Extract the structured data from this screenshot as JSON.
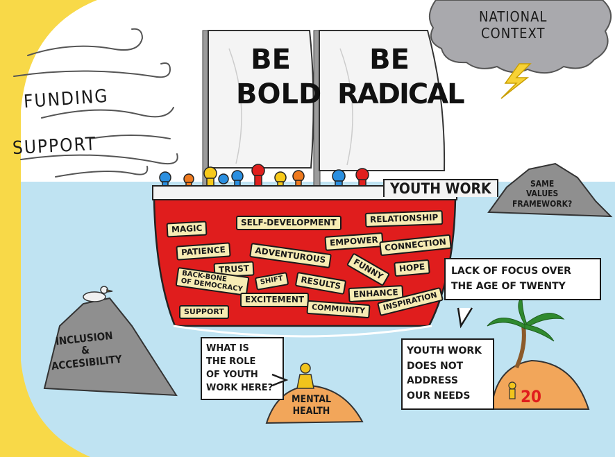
{
  "weather": {
    "cloud_text": [
      "NATIONAL",
      "CONTEXT"
    ],
    "wind_text": [
      "FUNDING",
      "SUPPORT"
    ]
  },
  "boat": {
    "sail_left": [
      "BE",
      "BOLD"
    ],
    "sail_right": [
      "BE",
      "RADICAL"
    ],
    "name": "YOUTH WORK",
    "words": [
      "MAGIC",
      "SELF-DEVELOPMENT",
      "RELATIONSHIP",
      "PATIENCE",
      "ADVENTUROUS",
      "EMPOWER",
      "CONNECTION",
      "TRUST",
      "FUNNY",
      "HOPE",
      "BACK-BONE",
      "OF DEMOCRACY",
      "SHIFT",
      "RESULTS",
      "ENHANCE",
      "EXCITEMENT",
      "COMMUNITY",
      "INSPIRATION",
      "SUPPORT"
    ]
  },
  "islands": {
    "rock_left": [
      "INCLUSION",
      "&",
      "ACCESIBILITY"
    ],
    "rock_right": [
      "SAME",
      "VALUES",
      "FRAMEWORK?"
    ],
    "sand_island": [
      "MENTAL",
      "HEALTH"
    ],
    "palm_island_number": "20"
  },
  "bubbles": {
    "role_question": [
      "WHAT IS",
      "THE ROLE",
      "OF YOUTH",
      "WORK HERE?"
    ],
    "lack_of_focus": [
      "LACK OF FOCUS OVER",
      "THE AGE OF TWENTY"
    ],
    "needs": [
      "YOUTH WORK",
      "DOES NOT",
      "ADDRESS",
      "OUR NEEDS"
    ]
  },
  "colors": {
    "sea": "#bfe3f2",
    "border_yellow": "#f8d948",
    "hull_red": "#e01d1d",
    "sail": "#f4f4f4",
    "word_tag": "#f7ecb4",
    "rock": "#8f8f8f",
    "sand": "#f2a65a"
  }
}
